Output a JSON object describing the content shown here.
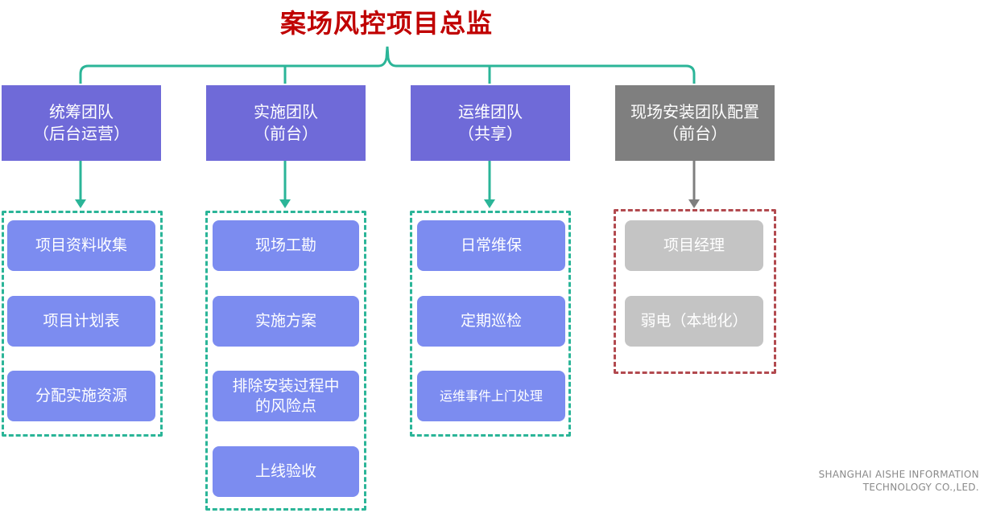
{
  "title": "案场风控项目总监",
  "colors": {
    "title": "#c00000",
    "team_purple": "#6f6ad8",
    "team_gray": "#7f7f7f",
    "item_blue": "#7c8cf0",
    "item_gray": "#c4c4c4",
    "connector_teal": "#2bb598",
    "connector_gray": "#7f7f7f",
    "border_red": "#b24a4f"
  },
  "teams": [
    {
      "line1": "统筹团队",
      "line2": "（后台运营）",
      "items": [
        "项目资料收集",
        "项目计划表",
        "分配实施资源"
      ]
    },
    {
      "line1": "实施团队",
      "line2": "（前台）",
      "items": [
        "现场工勘",
        "实施方案",
        "排除安装过程中的风险点",
        "上线验收"
      ]
    },
    {
      "line1": "运维团队",
      "line2": "（共享）",
      "items": [
        "日常维保",
        "定期巡检",
        "运维事件上门处理"
      ]
    },
    {
      "line1": "现场安装团队配置",
      "line2": "（前台）",
      "items": [
        "项目经理",
        "弱电（本地化）"
      ]
    }
  ],
  "company": {
    "line1": "SHANGHAI AISHE  INFORMATION",
    "line2": "TECHNOLOGY CO.,LED."
  }
}
